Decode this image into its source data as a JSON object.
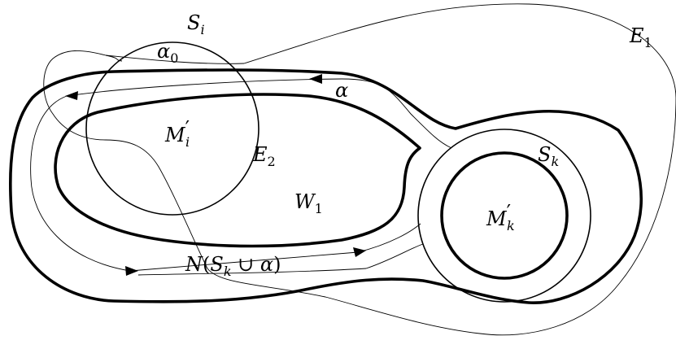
{
  "labels": {
    "S_i": {
      "base": "S",
      "sub": "i"
    },
    "alpha_0": {
      "base": "α",
      "sub": "0"
    },
    "E_1": {
      "base": "E",
      "sub": "1"
    },
    "alpha": {
      "base": "α"
    },
    "M_i_prime": {
      "base": "M",
      "prime": "′",
      "sub": "i"
    },
    "E_2": {
      "base": "E",
      "sub": "2"
    },
    "S_k": {
      "base": "S",
      "sub": "k"
    },
    "W_1": {
      "base": "W",
      "sub": "1"
    },
    "M_k_prime": {
      "base": "M",
      "prime": "′",
      "sub": "k"
    },
    "neighborhood": {
      "n": "N",
      "open": "(",
      "s": "S",
      "k": "k",
      "cup": " ∪ ",
      "a": "α",
      "close": ")"
    }
  }
}
